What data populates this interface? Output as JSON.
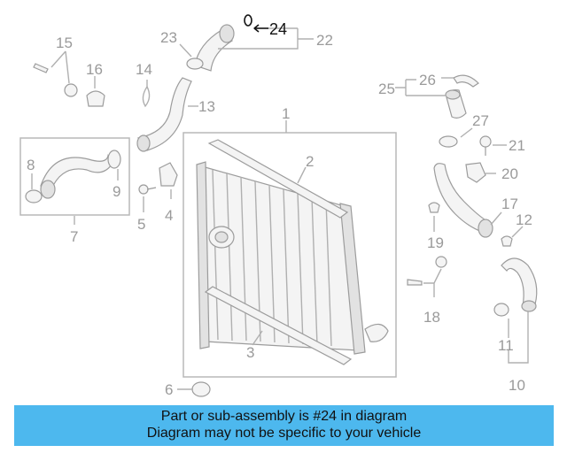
{
  "diagram": {
    "callouts": [
      "1",
      "2",
      "3",
      "4",
      "5",
      "6",
      "7",
      "8",
      "9",
      "10",
      "11",
      "12",
      "13",
      "14",
      "15",
      "16",
      "17",
      "18",
      "19",
      "20",
      "21",
      "22",
      "23",
      "24",
      "25",
      "26",
      "27"
    ],
    "highlighted_callout": "24",
    "highlight_color": "#111111",
    "part_color": "#9c9c9c"
  },
  "banner": {
    "line1": "Part or sub-assembly is #24 in diagram",
    "line2": "Diagram may not be specific to your vehicle",
    "background": "#4db8ee"
  }
}
